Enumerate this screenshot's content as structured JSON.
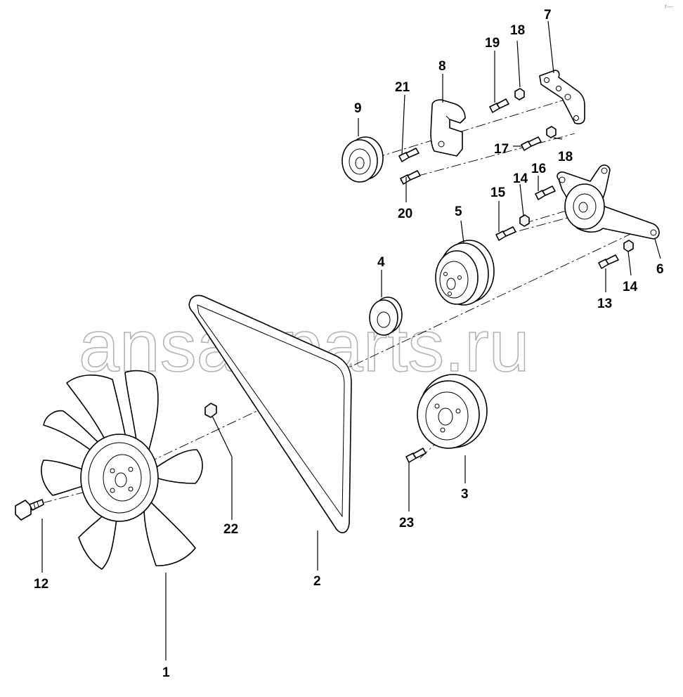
{
  "watermark": "ansat-parts.ru",
  "corner_mark": "r—",
  "callouts": {
    "c1": "1",
    "c2": "2",
    "c3": "3",
    "c4": "4",
    "c5": "5",
    "c6": "6",
    "c7": "7",
    "c8": "8",
    "c9": "9",
    "c12": "12",
    "c13": "13",
    "c14a": "14",
    "c14b": "14",
    "c15": "15",
    "c16": "16",
    "c17": "17",
    "c18a": "18",
    "c18b": "18",
    "c19": "19",
    "c20": "20",
    "c21": "21",
    "c22": "22",
    "c23": "23"
  }
}
